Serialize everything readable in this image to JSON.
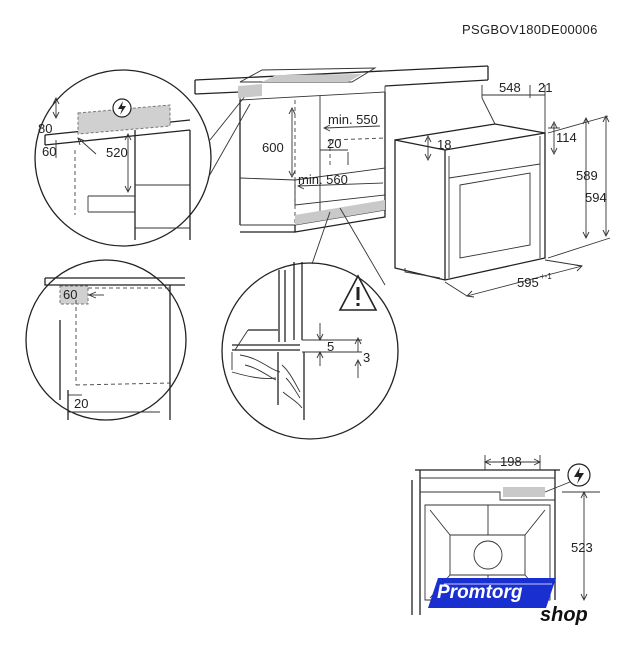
{
  "doc_code": "PSGBOV180DE00006",
  "dims": {
    "top_80": "80",
    "top_60": "60",
    "top_520": "520",
    "top_600": "600",
    "min_550": "min. 550",
    "gap_20": "20",
    "min_560": "min. 560",
    "gap_18": "18",
    "depth_548": "548",
    "depth_21": "21",
    "h_114": "114",
    "h_589": "589",
    "h_594": "594",
    "w_595": "595",
    "w_595_tol": "+-1",
    "side_60": "60",
    "side_20": "20",
    "det_5": "5",
    "det_3": "3",
    "rear_198": "198",
    "rear_523": "523"
  },
  "logo": {
    "main": "Promtorg",
    "sub": "shop",
    "bg_color": "#1a2fd0"
  },
  "colors": {
    "line": "#222222",
    "shade": "#c9c9c9"
  },
  "icons": [
    "electric-hazard-icon",
    "warning-icon",
    "electric-hazard-icon"
  ]
}
